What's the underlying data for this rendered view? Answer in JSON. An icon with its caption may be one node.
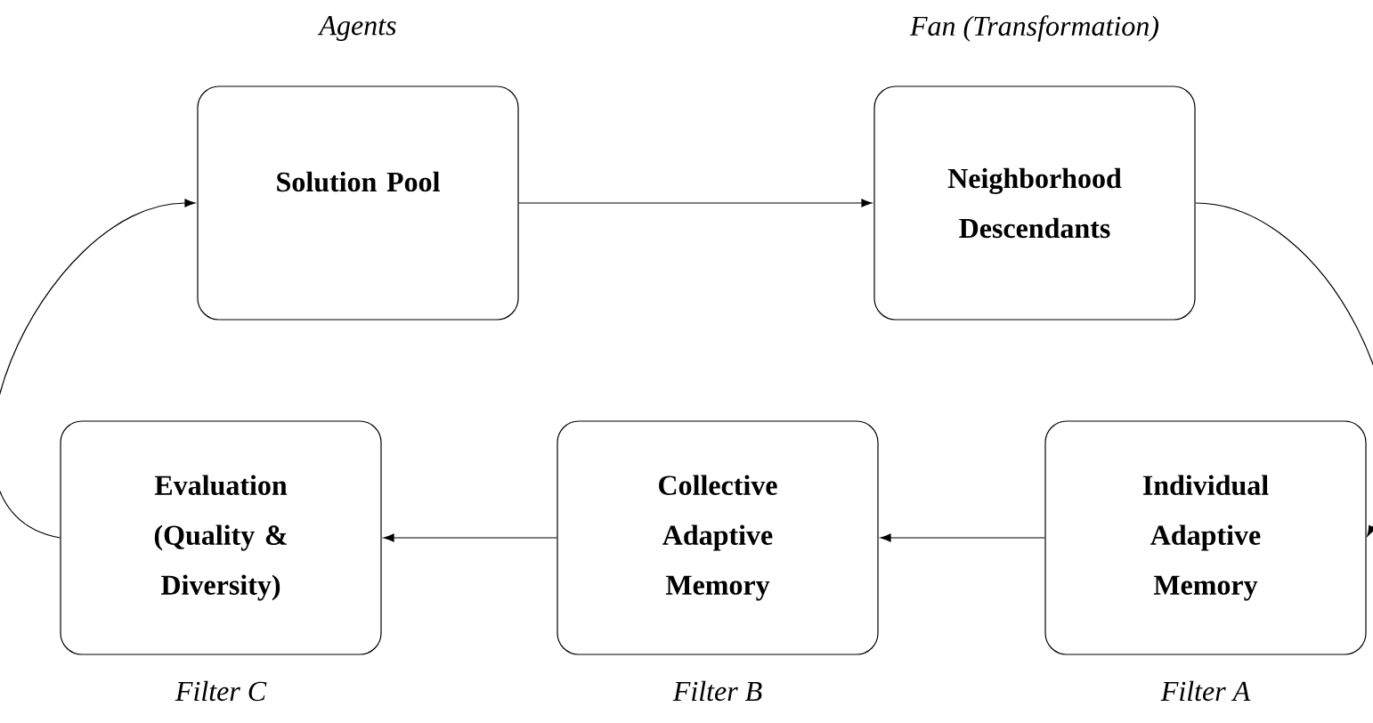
{
  "diagram": {
    "nodes": [
      {
        "text": [
          "Solution Pool"
        ],
        "beside": [
          "Agents"
        ]
      },
      {
        "text": [
          "Neighborhood Descendants"
        ],
        "beside": [
          "Fan (Transformation)"
        ]
      },
      {
        "text": [
          "Individual Adaptive Memory"
        ],
        "beside": [
          "Filter A"
        ]
      },
      {
        "text": [
          "Collective Adaptive Memory"
        ],
        "beside": [
          "Filter B"
        ]
      },
      {
        "text": [
          "Evaluation (Quality & Diversity)"
        ],
        "beside": [
          "Filter C"
        ]
      }
    ],
    "edges": [
      {
        "from": 0,
        "to": 1,
        "arrow": "to"
      },
      {
        "from": 1,
        "to": 2,
        "arrow": "to"
      },
      {
        "from": 2,
        "to": 3,
        "arrow": "to"
      },
      {
        "from": 3,
        "to": 4,
        "arrow": "to"
      },
      {
        "from": 4,
        "to": 0,
        "arrow": "to"
      }
    ]
  }
}
